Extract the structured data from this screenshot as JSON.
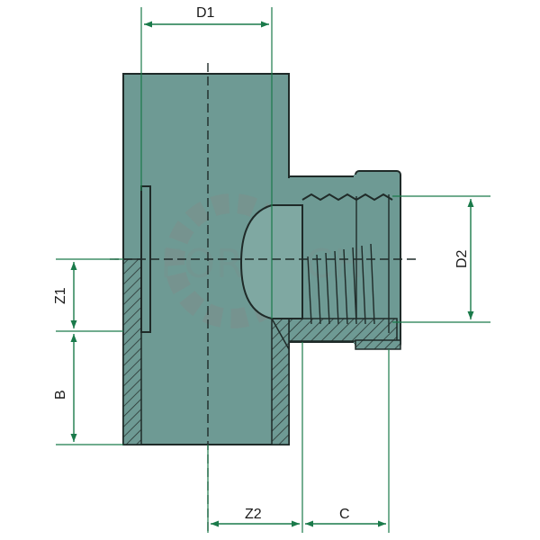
{
  "drawing": {
    "watermark_text": "FORMECH",
    "dimensions": {
      "d1": "D1",
      "d2": "D2",
      "z1": "Z1",
      "z2": "Z2",
      "b": "B",
      "c": "C"
    },
    "colors": {
      "body_fill": "#6e9a94",
      "outline": "#1f2a28",
      "dimension_line": "#1a7a4a",
      "hatch": "#2a3533"
    }
  }
}
